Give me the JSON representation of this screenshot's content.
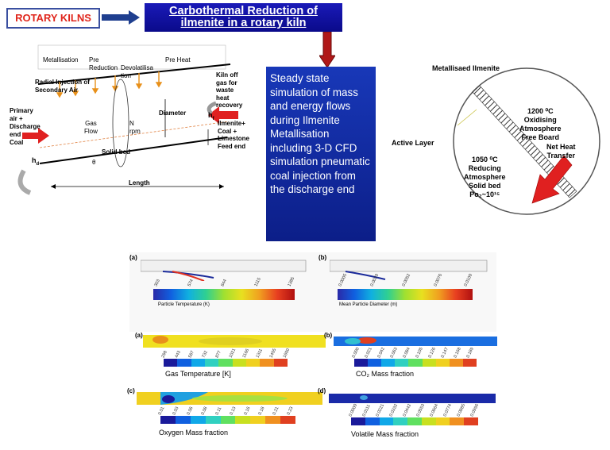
{
  "header": {
    "badge": "ROTARY KILNS",
    "title_line1": "Carbothermal Reduction of",
    "title_line2": "ilmenite in a rotary kiln"
  },
  "kiln": {
    "zones": [
      "Metallisation",
      "Pre",
      "Reduction",
      "Devolatilisa",
      "tion",
      "Pre Heat"
    ],
    "radial_injection": "Radial Injection of",
    "secondary_air": "Secondary Air",
    "kiln_off_gas": [
      "Kiln off",
      "gas for",
      "waste",
      "heat",
      "recovery"
    ],
    "primary_air": [
      "Primary",
      "air +",
      "Discharge",
      "end",
      "Coal"
    ],
    "gas_flow": [
      "Gas",
      "Flow"
    ],
    "rpm": [
      "N",
      "rpm"
    ],
    "diameter": "Diameter",
    "feed": [
      "Ilmenite+",
      "Coal +",
      "Limestone",
      "Feed end"
    ],
    "solid_bed": "Solid bed",
    "h_left": "h",
    "h_left_sub": "d",
    "h_right": "h",
    "h_right_sub": "f",
    "theta": "θ",
    "length": "Length"
  },
  "steady_text": "Steady state simulation of mass and energy flows during Ilmenite Metallisation including 3-D CFD simulation pneumatic coal injection from the discharge end",
  "circle": {
    "title": "Metallisaed Ilmenite",
    "top_temp": "1200 ⁰C",
    "top_lines": [
      "Oxidising",
      "Atmosphere",
      "Free Board"
    ],
    "active_layer": "Active Layer",
    "net_heat": [
      "Net Heat",
      "Transfer"
    ],
    "bottom_temp": "1050 ⁰C",
    "bottom_lines": [
      "Reducing",
      "Atmosphere",
      "Solid bed"
    ],
    "po2": "Po₂~10¹⁵"
  },
  "panels": {
    "p1": {
      "label": "(a)",
      "caption": "Particle  Temperature  (K)",
      "ticks": [
        "303",
        "574",
        "844",
        "1115",
        "1385"
      ]
    },
    "p2": {
      "label": "(b)",
      "caption": "Mean  Particle  Diameter  (m)",
      "ticks": [
        "0.0005",
        "0.0029",
        "0.0052",
        "0.0076",
        "0.0100"
      ]
    },
    "p3": {
      "label": "(a)",
      "caption": "Gas Temperature [K]",
      "ticks": [
        "298",
        "443",
        "587",
        "732",
        "877",
        "1021",
        "1166",
        "1311",
        "1455",
        "1600"
      ]
    },
    "p4": {
      "label": "(b)",
      "caption": "CO₂ Mass fraction",
      "ticks": [
        "0.000",
        "0.021",
        "0.042",
        "0.063",
        "0.084",
        "0.105",
        "0.126",
        "0.147",
        "0.168",
        "0.189"
      ]
    },
    "p5": {
      "label": "(c)",
      "caption": "Oxygen Mass fraction",
      "ticks": [
        "0.01",
        "0.03",
        "0.06",
        "0.08",
        "0.11",
        "0.13",
        "0.16",
        "0.18",
        "0.21",
        "0.23"
      ]
    },
    "p6": {
      "label": "(d)",
      "caption": "Volatile Mass fraction",
      "ticks": [
        "0.0000",
        "0.0111",
        "0.0221",
        "0.0332",
        "0.0442",
        "0.0553",
        "0.0664",
        "0.0774",
        "0.0885",
        "0.0996"
      ]
    }
  }
}
